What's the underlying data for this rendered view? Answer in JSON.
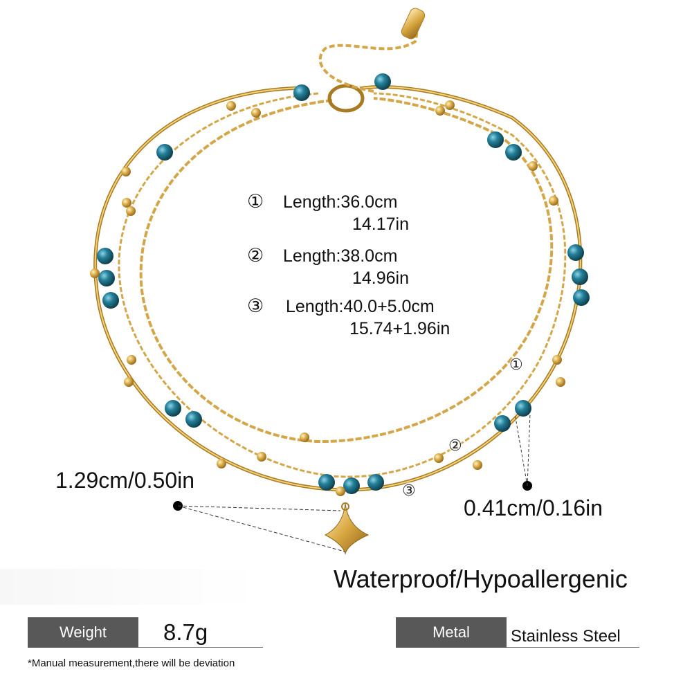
{
  "specs": [
    {
      "marker": "①",
      "label": "Length:36.0cm",
      "sub": "14.17in"
    },
    {
      "marker": "②",
      "label": "Length:38.0cm",
      "sub": "14.96in"
    },
    {
      "marker": "③",
      "label": "Length:40.0+5.0cm",
      "sub": "15.74+1.96in"
    }
  ],
  "strand_markers": [
    "①",
    "②",
    "③"
  ],
  "pendant_size": "1.29cm/0.50in",
  "bead_size": "0.41cm/0.16in",
  "tagline": "Waterproof/Hypoallergenic",
  "weight": {
    "label": "Weight",
    "value": "8.7g"
  },
  "metal": {
    "label": "Metal",
    "value": "Stainless Steel"
  },
  "footnote": "*Manual measurement,there will be deviation",
  "colors": {
    "gold": "#d4a647",
    "gold_dark": "#a87a22",
    "bead_teal": "#1f6f86",
    "label_bg": "#585858"
  }
}
